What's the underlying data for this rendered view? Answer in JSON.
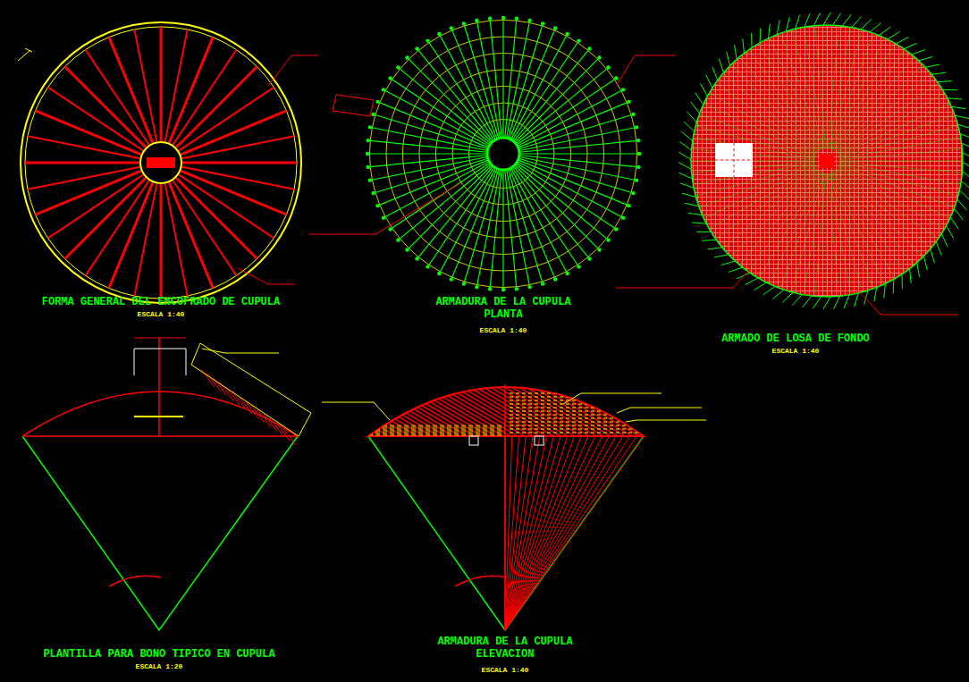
{
  "diagram": {
    "labels": [
      "FORMA GENERAL DEL ENCOFRADO DE CUPULA",
      "ESCALA 1:40",
      "ARMADURA DE LA CUPULA PLANTA",
      "ESCALA 1:40",
      "ARMADO DE LOSA DE FONDO",
      "ESCALA 1:40",
      "PLANTILLA PARA BONO TIPICO EN CUPULA",
      "ESCALA 1:20",
      "ARMADURA DE LA CUPULA ELEVACION",
      "ESCALA 1:40"
    ]
  }
}
